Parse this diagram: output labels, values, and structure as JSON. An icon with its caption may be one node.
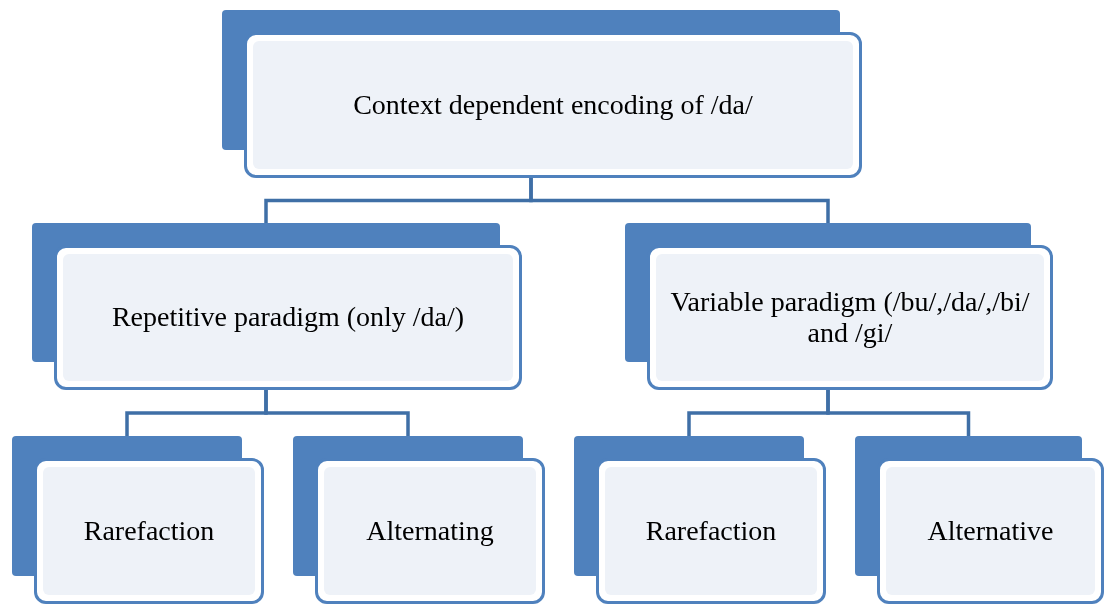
{
  "diagram": {
    "nodes": [
      {
        "text": [
          "Context dependent encoding of /da/"
        ]
      },
      {
        "text": [
          "Repetitive paradigm (only /da/)"
        ]
      },
      {
        "text": [
          "Variable paradigm (/bu/,/da/,/bi/ and /gi/"
        ]
      },
      {
        "text": [
          "Rarefaction"
        ]
      },
      {
        "text": [
          "Alternating"
        ]
      },
      {
        "text": [
          "Rarefaction"
        ]
      },
      {
        "text": [
          "Alternative"
        ]
      }
    ],
    "edges": [
      {
        "from": 0,
        "to": 1,
        "arrow": "none"
      },
      {
        "from": 0,
        "to": 2,
        "arrow": "none"
      },
      {
        "from": 1,
        "to": 3,
        "arrow": "none"
      },
      {
        "from": 1,
        "to": 4,
        "arrow": "none"
      },
      {
        "from": 2,
        "to": 5,
        "arrow": "none"
      },
      {
        "from": 2,
        "to": 6,
        "arrow": "none"
      }
    ]
  }
}
